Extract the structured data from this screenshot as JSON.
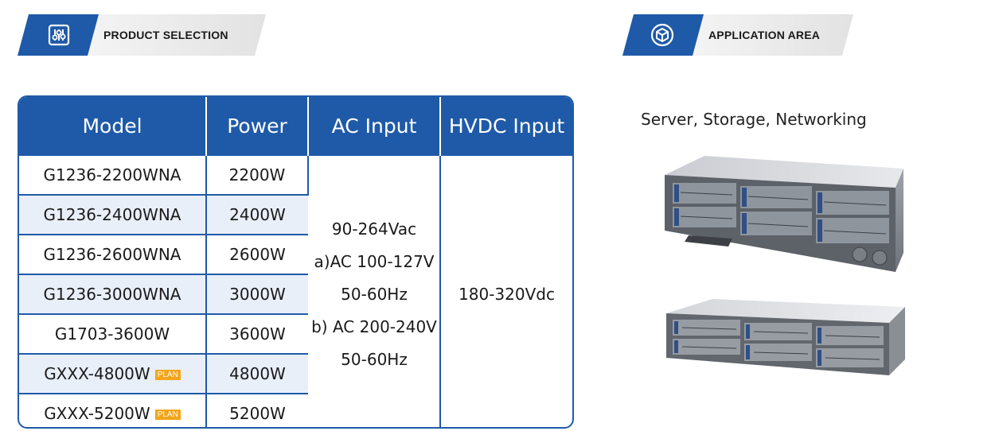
{
  "product_section": {
    "title": "PRODUCT SELECTION",
    "icon": "sliders-icon"
  },
  "application_section": {
    "title": "APPLICATION AREA",
    "icon": "cube-icon"
  },
  "table": {
    "headers": [
      "Model",
      "Power",
      "AC Input",
      "HVDC Input"
    ],
    "rows": [
      {
        "model": "G1236-2200WNA",
        "power": "2200W"
      },
      {
        "model": "G1236-2400WNA",
        "power": "2400W"
      },
      {
        "model": "G1236-2600WNA",
        "power": "2600W"
      },
      {
        "model": "G1236-3000WNA",
        "power": "3000W"
      },
      {
        "model": "G1703-3600W",
        "power": "3600W"
      },
      {
        "model": "GXXX-4800W",
        "power": "4800W",
        "badge": "PLAN"
      },
      {
        "model": "GXXX-5200W",
        "power": "5200W",
        "badge": "PLAN"
      }
    ],
    "ac_input_lines": [
      "90-264Vac",
      "a)AC 100-127V",
      "50-60Hz",
      "b) AC 200-240V",
      "50-60Hz"
    ],
    "hvdc_input": "180-320Vdc"
  },
  "application": {
    "text": "Server, Storage, Networking",
    "images": [
      "server-rack-3u-image",
      "server-rack-2u-image"
    ]
  },
  "colors": {
    "primary": "#1f5aa8",
    "row_shade": "#e9eff9",
    "badge": "#f3a51a"
  }
}
